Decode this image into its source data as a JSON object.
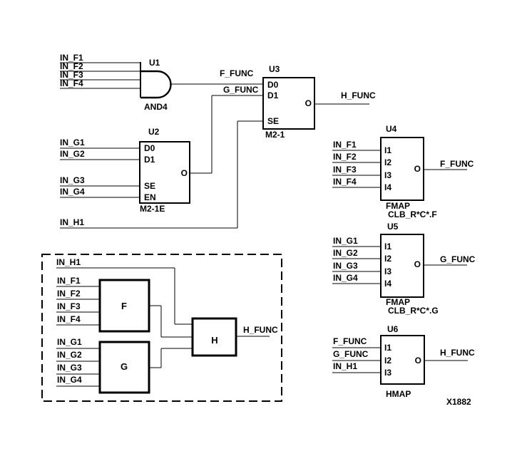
{
  "figure_label": "X1882",
  "colors": {
    "ink": "#000000",
    "background": "#ffffff"
  },
  "gates": {
    "u1": {
      "ref": "U1",
      "part": "AND4",
      "inputs": [
        "IN_F1",
        "IN_F2",
        "IN_F3",
        "IN_F4"
      ]
    },
    "u2": {
      "ref": "U2",
      "part": "M2-1E",
      "inputs": [
        "IN_G1",
        "IN_G2",
        "IN_G3",
        "IN_G4"
      ],
      "pins": [
        "D0",
        "D1",
        "SE",
        "EN"
      ],
      "out_pin": "O"
    },
    "u3": {
      "ref": "U3",
      "part": "M2-1",
      "in_nets": [
        "F_FUNC",
        "G_FUNC"
      ],
      "pins": [
        "D0",
        "D1",
        "SE"
      ],
      "out_pin": "O",
      "out_net": "H_FUNC"
    },
    "u4": {
      "ref": "U4",
      "part": "FMAP",
      "map_target": "CLB_R*C*.F",
      "inputs": [
        "IN_F1",
        "IN_F2",
        "IN_F3",
        "IN_F4"
      ],
      "pins": [
        "I1",
        "I2",
        "I3",
        "I4"
      ],
      "out_pin": "O",
      "out_net": "F_FUNC"
    },
    "u5": {
      "ref": "U5",
      "part": "FMAP",
      "map_target": "CLB_R*C*.G",
      "inputs": [
        "IN_G1",
        "IN_G2",
        "IN_G3",
        "IN_G4"
      ],
      "pins": [
        "I1",
        "I2",
        "I3",
        "I4"
      ],
      "out_pin": "O",
      "out_net": "G_FUNC"
    },
    "u6": {
      "ref": "U6",
      "part": "HMAP",
      "inputs": [
        "F_FUNC",
        "G_FUNC",
        "IN_H1"
      ],
      "pins": [
        "I1",
        "I2",
        "I3"
      ],
      "out_pin": "O",
      "out_net": "H_FUNC"
    }
  },
  "h1_input_net": "IN_H1",
  "block_diagram": {
    "h1_net": "IN_H1",
    "f_block": {
      "label": "F",
      "inputs": [
        "IN_F1",
        "IN_F2",
        "IN_F3",
        "IN_F4"
      ]
    },
    "g_block": {
      "label": "G",
      "inputs": [
        "IN_G1",
        "IN_G2",
        "IN_G3",
        "IN_G4"
      ]
    },
    "h_block": {
      "label": "H"
    },
    "out_net": "H_FUNC"
  }
}
